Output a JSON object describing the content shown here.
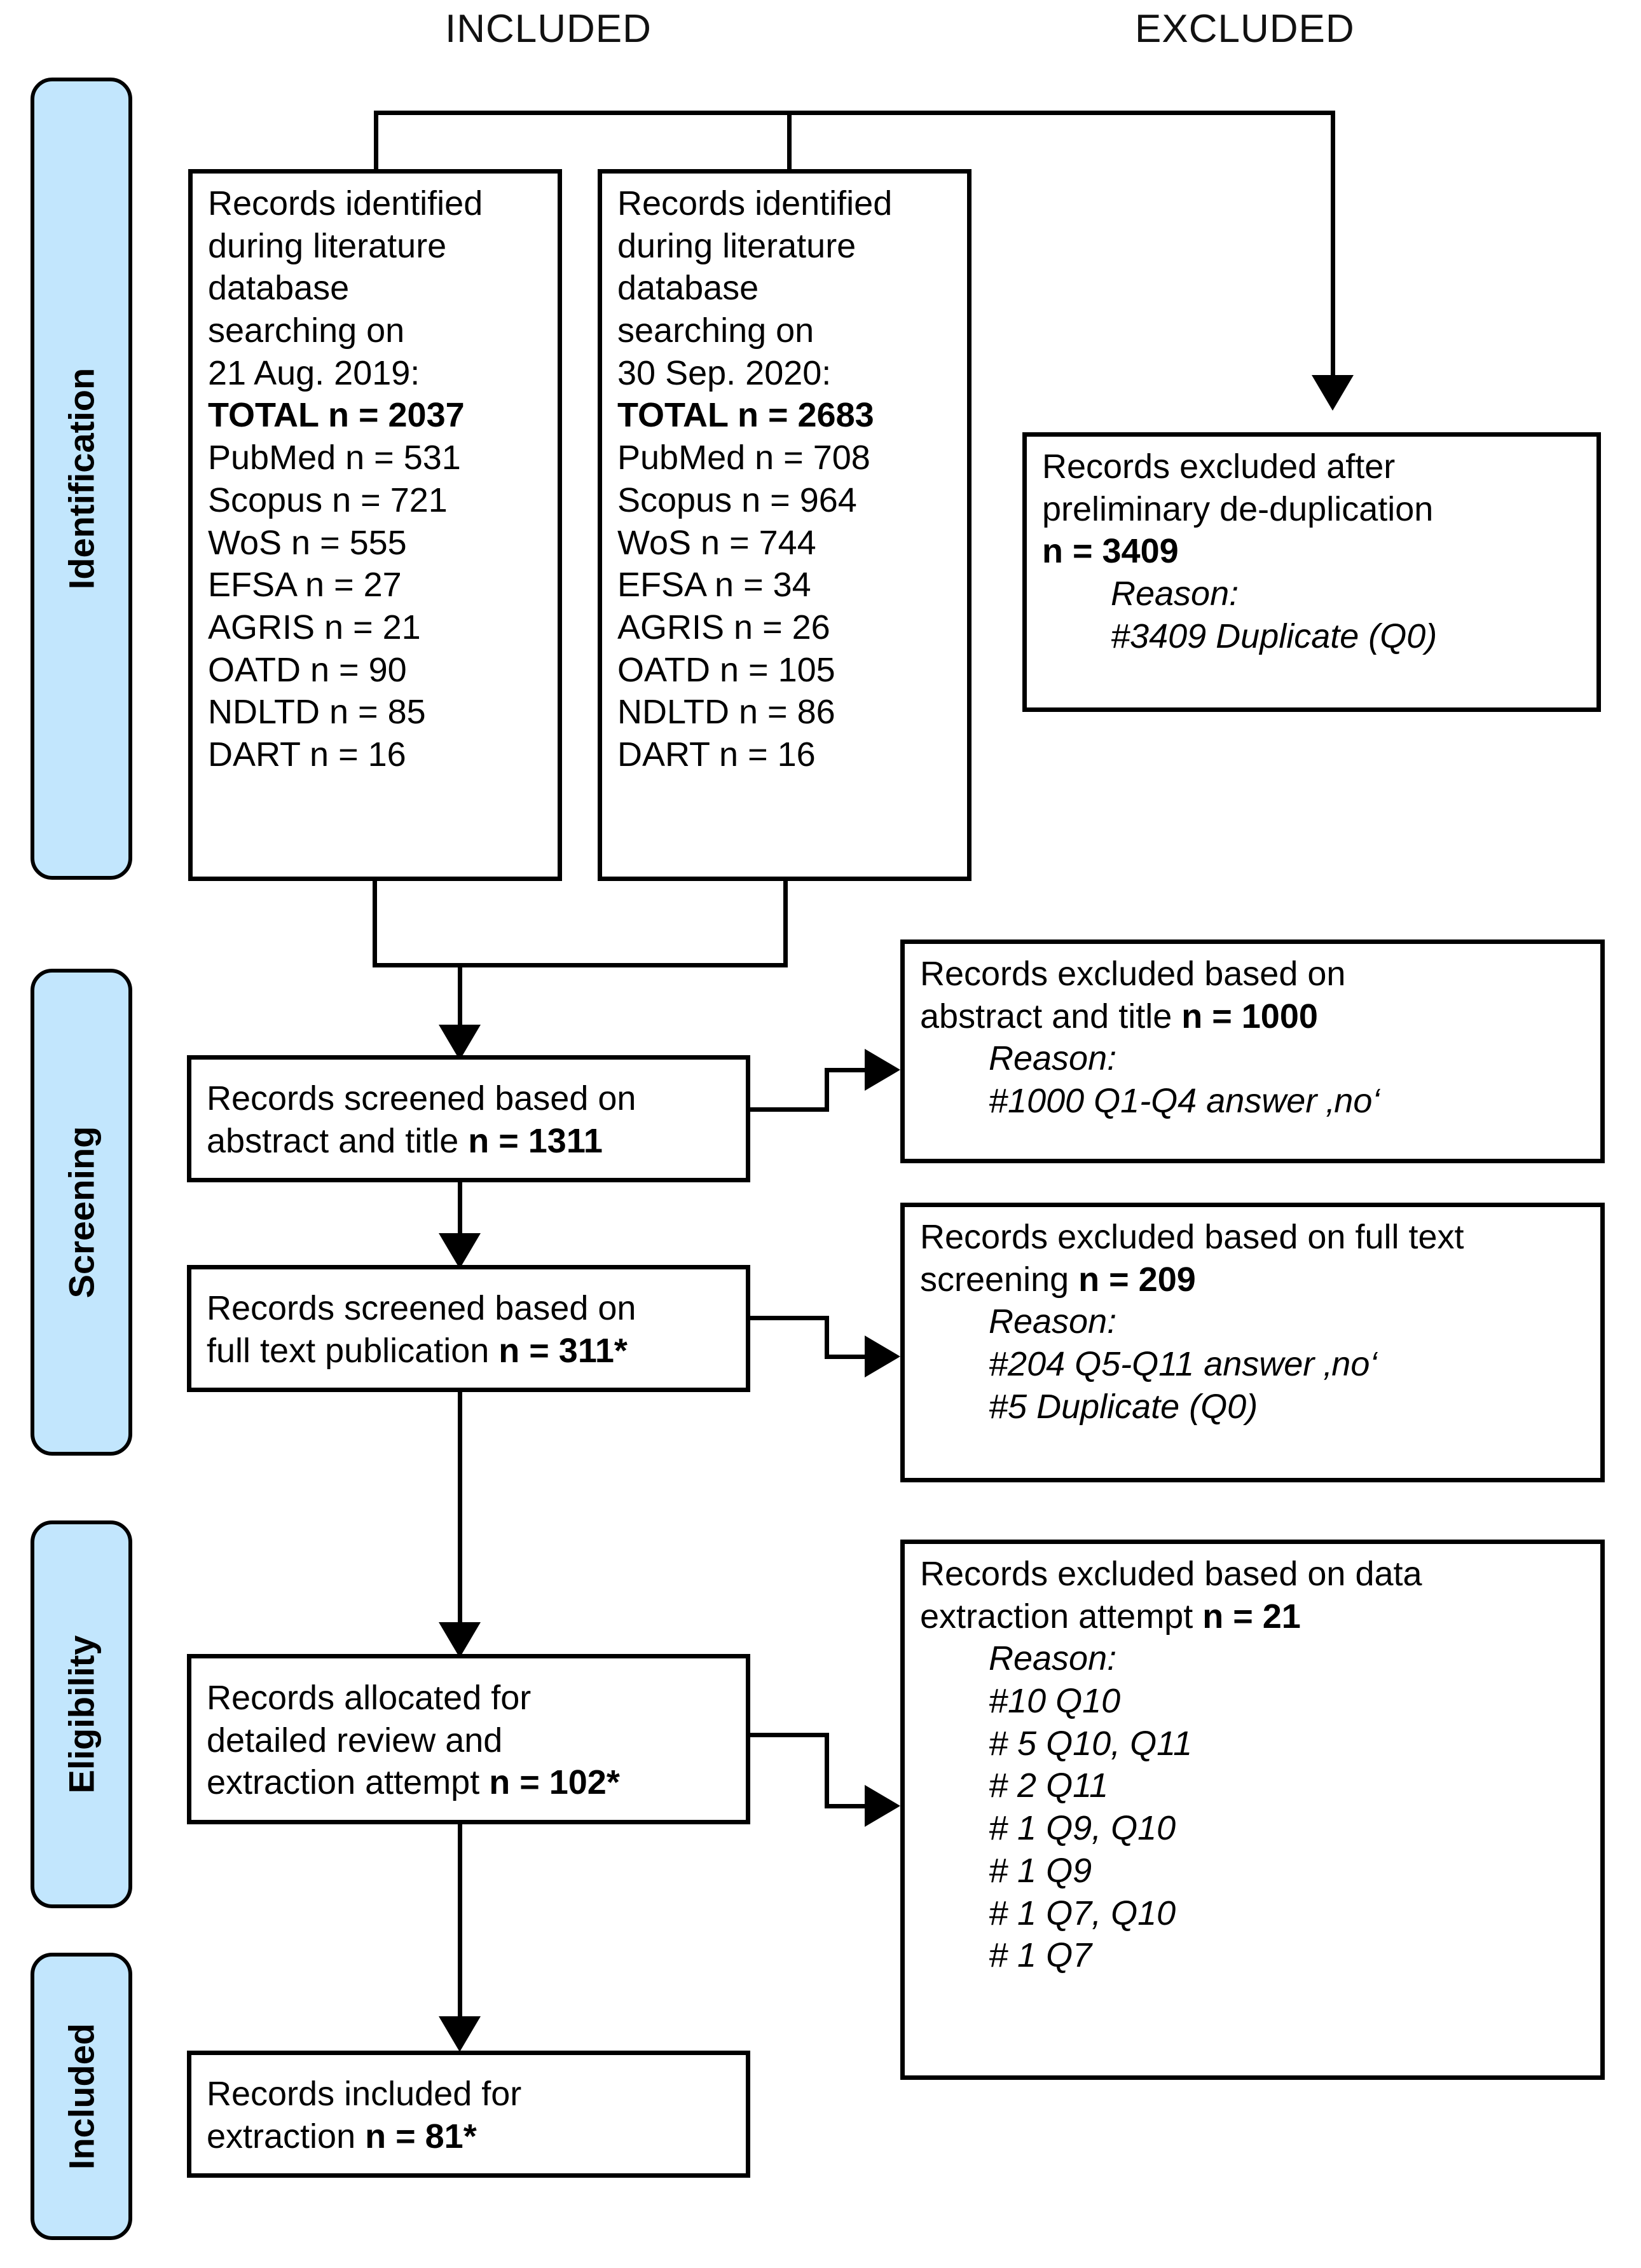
{
  "diagram": {
    "title": "PRISMA literature selection flow diagram",
    "accent_blue": "#c2e6fd",
    "line_color": "#000000"
  },
  "column_headers": {
    "included": "INCLUDED",
    "excluded": "EXCLUDED"
  },
  "stages": [
    {
      "key": "identification",
      "label": "Identification"
    },
    {
      "key": "screening",
      "label": "Screening"
    },
    {
      "key": "eligibility",
      "label": "Eligibility"
    },
    {
      "key": "included",
      "label": "Included"
    }
  ],
  "boxes": {
    "identification_2019": {
      "intro": "Records identified\nduring literature\ndatabase\nsearching on\n21 Aug. 2019:",
      "total_label": "TOTAL n = 2037",
      "sources": [
        "PubMed n = 531",
        "Scopus n = 721",
        "WoS n = 555",
        "EFSA n = 27",
        "AGRIS n = 21",
        "OATD n = 90",
        "NDLTD n = 85",
        "DART n = 16"
      ]
    },
    "identification_2020": {
      "intro": "Records identified\nduring literature\ndatabase\nsearching on\n30 Sep. 2020:",
      "total_label": "TOTAL n = 2683",
      "sources": [
        "PubMed n = 708",
        "Scopus n = 964",
        "WoS n = 744",
        "EFSA n = 34",
        "AGRIS n = 26",
        "OATD n = 105",
        "NDLTD n = 86",
        "DART n = 16"
      ]
    },
    "excluded_dedup": {
      "line1": "Records excluded after",
      "line2": "preliminary de-duplication",
      "count": "n = 3409",
      "reason_label": "Reason:",
      "reasons": [
        "#3409 Duplicate (Q0)"
      ]
    },
    "screened_abstract": {
      "text_a": "Records screened based on",
      "text_b": "abstract and title ",
      "count": "n = 1311"
    },
    "excluded_abstract": {
      "text_a": "Records excluded based on",
      "text_b": "abstract and title ",
      "count": "n = 1000",
      "reason_label": "Reason:",
      "reasons": [
        "#1000 Q1-Q4 answer ‚no‘"
      ]
    },
    "screened_fulltext": {
      "text_a": "Records screened based on",
      "text_b": "full text publication ",
      "count": "n = 311*"
    },
    "excluded_fulltext": {
      "text_a": "Records excluded based on full text",
      "text_b": "screening ",
      "count": "n = 209",
      "reason_label": "Reason:",
      "reasons": [
        "#204 Q5-Q11 answer ‚no‘",
        "#5 Duplicate (Q0)"
      ]
    },
    "allocated_review": {
      "text_a": "Records allocated for",
      "text_b": "detailed review and",
      "text_c": "extraction attempt ",
      "count": "n = 102*"
    },
    "excluded_extraction": {
      "text_a": "Records excluded based on data",
      "text_b": "extraction attempt ",
      "count": "n = 21",
      "reason_label": "Reason:",
      "reasons": [
        "#10 Q10",
        "# 5 Q10, Q11",
        "# 2 Q11",
        "# 1 Q9, Q10",
        "# 1 Q9",
        "# 1 Q7, Q10",
        "# 1 Q7"
      ]
    },
    "included_extraction": {
      "text_a": "Records included for",
      "text_b": "extraction ",
      "count": "n = 81*"
    }
  }
}
